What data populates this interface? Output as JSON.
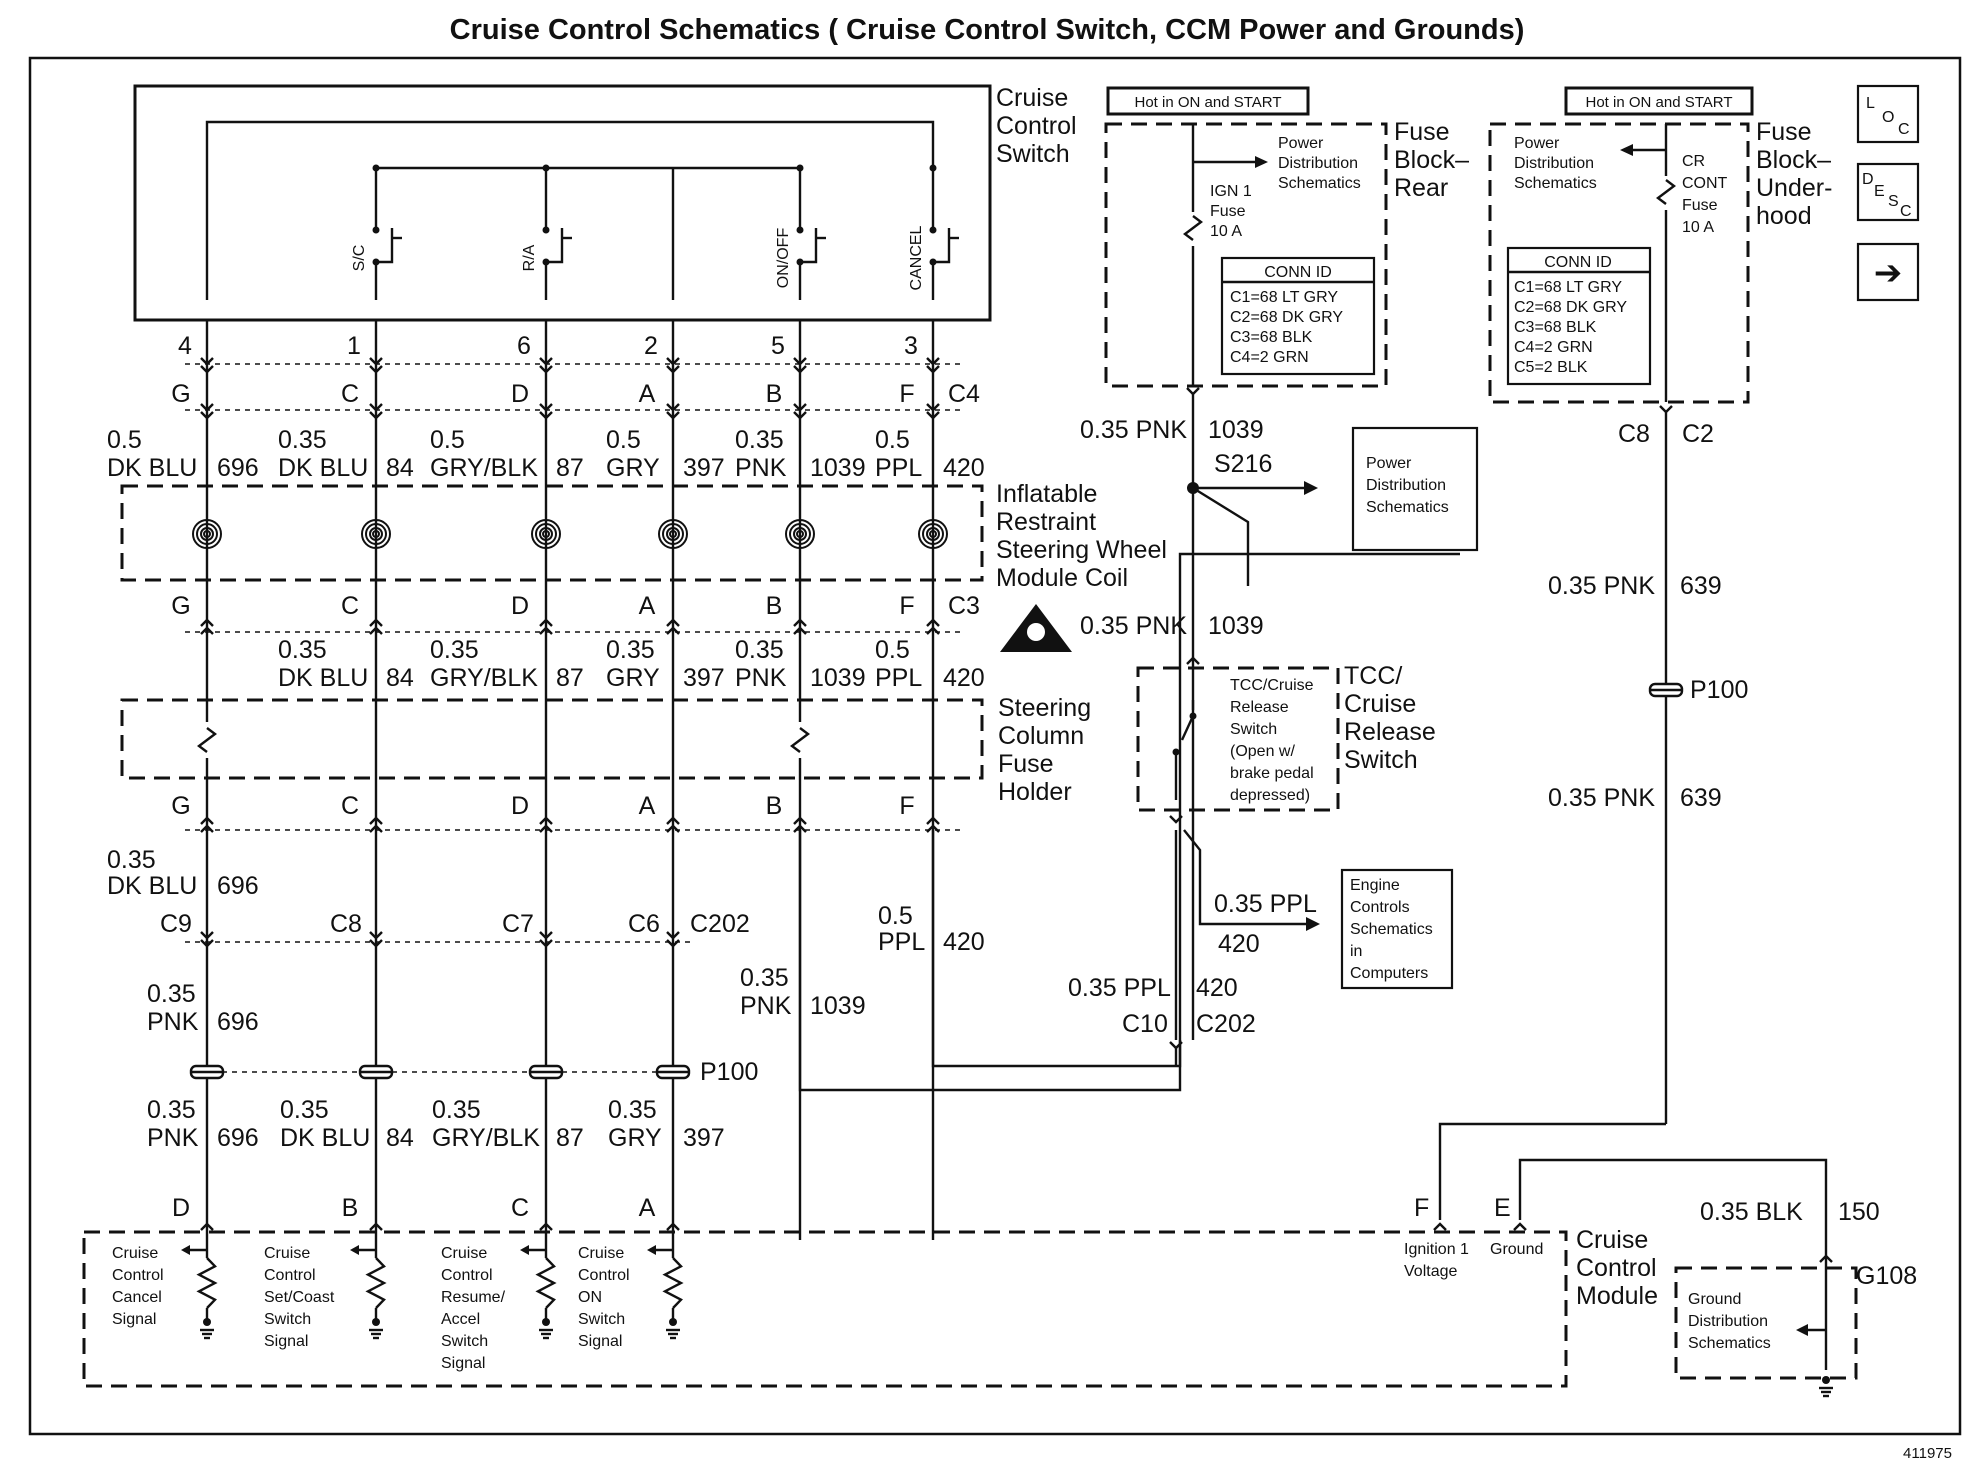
{
  "title": "Cruise Control Schematics ( Cruise Control Switch, CCM Power and Grounds)",
  "switch_label": [
    "Cruise",
    "Control",
    "Switch"
  ],
  "switch_contacts": [
    "S/C",
    "R/A",
    "ON/OFF",
    "CANCEL"
  ],
  "pins_top": [
    "4",
    "1",
    "6",
    "2",
    "5",
    "3"
  ],
  "conn_letters": [
    "G",
    "C",
    "D",
    "A",
    "B",
    "F"
  ],
  "c4": "C4",
  "c3": "C3",
  "row1_sizes": [
    "0.5",
    "0.35",
    "0.5",
    "0.5",
    "0.35",
    "0.5"
  ],
  "row1_colors": [
    "DK BLU",
    "DK BLU",
    "GRY/BLK",
    "GRY",
    "PNK",
    "PPL"
  ],
  "circuits": [
    "696",
    "84",
    "87",
    "397",
    "1039",
    "420"
  ],
  "coil_label": [
    "Inflatable",
    "Restraint",
    "Steering Wheel",
    "Module Coil"
  ],
  "row2_sizes": [
    "0.35",
    "0.35",
    "0.35",
    "0.35",
    "0.5"
  ],
  "row2_colors": [
    "DK BLU",
    "GRY/BLK",
    "GRY",
    "PNK",
    "PPL"
  ],
  "row2_circuits": [
    "84",
    "87",
    "397",
    "1039",
    "420"
  ],
  "fuse_holder_label": [
    "Steering",
    "Column",
    "Fuse",
    "Holder"
  ],
  "w696_a": {
    "size": "0.35",
    "color": "DK BLU",
    "circuit": "696"
  },
  "c202_cavities": [
    "C9",
    "C8",
    "C7",
    "C6",
    "C202"
  ],
  "w420_mid": {
    "size": "0.5",
    "color": "PPL",
    "circuit": "420"
  },
  "w1039_mid": {
    "size": "0.35",
    "color": "PNK",
    "circuit": "1039"
  },
  "w696_b": {
    "size": "0.35",
    "color": "PNK",
    "circuit": "696"
  },
  "p100": "P100",
  "bottom_wires": [
    {
      "size": "0.35",
      "color": "PNK",
      "circuit": "696"
    },
    {
      "size": "0.35",
      "color": "DK BLU",
      "circuit": "84"
    },
    {
      "size": "0.35",
      "color": "GRY/BLK",
      "circuit": "87"
    },
    {
      "size": "0.35",
      "color": "GRY",
      "circuit": "397"
    }
  ],
  "ccm_pins": [
    "D",
    "B",
    "C",
    "A"
  ],
  "ccm_signals": [
    [
      "Cruise",
      "Control",
      "Cancel",
      "Signal"
    ],
    [
      "Cruise",
      "Control",
      "Set/Coast",
      "Switch",
      "Signal"
    ],
    [
      "Cruise",
      "Control",
      "Resume/",
      "Accel",
      "Switch",
      "Signal"
    ],
    [
      "Cruise",
      "Control",
      "ON",
      "Switch",
      "Signal"
    ]
  ],
  "fuse_rear": {
    "hot": "Hot in ON and START",
    "fuse": [
      "IGN 1",
      "Fuse",
      "10 A"
    ],
    "pds": [
      "Power",
      "Distribution",
      "Schematics"
    ],
    "label": [
      "Fuse",
      "Block–",
      "Rear"
    ],
    "conn_title": "CONN ID",
    "conn": [
      "C1=68 LT GRY",
      "C2=68 DK GRY",
      "C3=68 BLK",
      "C4=2 GRN"
    ]
  },
  "fuse_under": {
    "hot": "Hot in ON and START",
    "fuse": [
      "CR",
      "CONT",
      "Fuse",
      "10 A"
    ],
    "pds": [
      "Power",
      "Distribution",
      "Schematics"
    ],
    "label": [
      "Fuse",
      "Block–",
      "Under-",
      "hood"
    ],
    "conn_title": "CONN ID",
    "conn": [
      "C1=68 LT GRY",
      "C2=68 DK GRY",
      "C3=68 BLK",
      "C4=2 GRN",
      "C5=2 BLK"
    ]
  },
  "w1039_top": {
    "size": "0.35 PNK",
    "circuit": "1039"
  },
  "s216": "S216",
  "pds_box": [
    "Power",
    "Distribution",
    "Schematics"
  ],
  "w1039_tcc": {
    "size": "0.35 PNK",
    "circuit": "1039"
  },
  "tcc_inner": [
    "TCC/Cruise",
    "Release",
    "Switch",
    "(Open w/",
    "brake pedal",
    "depressed)"
  ],
  "tcc_label": [
    "TCC/",
    "Cruise",
    "Release",
    "Switch"
  ],
  "w420_ecm": {
    "size": "0.35 PPL",
    "circuit": "420"
  },
  "ecm_box": [
    "Engine",
    "Controls",
    "Schematics",
    "in",
    "Computers"
  ],
  "w420_c10": {
    "size": "0.35 PPL",
    "circuit": "420"
  },
  "c10": "C10",
  "c202": "C202",
  "c8_c2": {
    "cav": "C8",
    "conn": "C2"
  },
  "w639": {
    "size": "0.35 PNK",
    "circuit": "639"
  },
  "ccm_f": "F",
  "ccm_e": "E",
  "ign_voltage": [
    "Ignition 1",
    "Voltage"
  ],
  "ground_lbl": "Ground",
  "ccm_label": [
    "Cruise",
    "Control",
    "Module"
  ],
  "w150": {
    "size": "0.35 BLK",
    "circuit": "150"
  },
  "g108": "G108",
  "gds": [
    "Ground",
    "Distribution",
    "Schematics"
  ],
  "nav": {
    "loc": [
      "L",
      "O",
      "C"
    ],
    "desc": [
      "D",
      "E",
      "S",
      "C"
    ],
    "next": "➔"
  },
  "figure_number": "411975"
}
